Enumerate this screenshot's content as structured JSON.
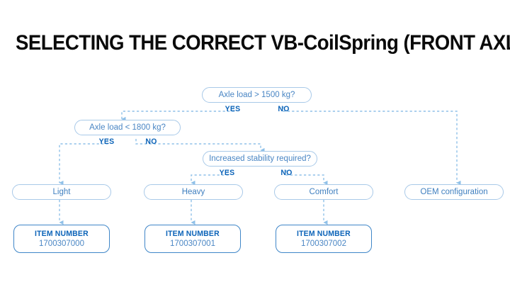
{
  "title": "SELECTING THE CORRECT VB-CoilSpring (FRONT AXLE)",
  "colors": {
    "title": "#0a0a0a",
    "node_border": "#a8c9e8",
    "node_text": "#4a86c4",
    "branch_label": "#0b63b8",
    "item_border": "#3f86c8",
    "connector": "#8fc0e8",
    "background": "#ffffff"
  },
  "decisions": [
    {
      "id": "d1",
      "label": "Axle load > 1500 kg?",
      "yes": "YES",
      "no": "NO"
    },
    {
      "id": "d2",
      "label": "Axle load < 1800 kg?",
      "yes": "YES",
      "no": "NO"
    },
    {
      "id": "d3",
      "label": "Increased stability required?",
      "yes": "YES",
      "no": "NO"
    }
  ],
  "outcomes": [
    {
      "id": "o1",
      "label": "Light"
    },
    {
      "id": "o2",
      "label": "Heavy"
    },
    {
      "id": "o3",
      "label": "Comfort"
    },
    {
      "id": "o4",
      "label": "OEM configuration"
    }
  ],
  "items": [
    {
      "id": "i1",
      "title": "ITEM NUMBER",
      "value": "1700307000"
    },
    {
      "id": "i2",
      "title": "ITEM NUMBER",
      "value": "1700307001"
    },
    {
      "id": "i3",
      "title": "ITEM NUMBER",
      "value": "1700307002"
    }
  ]
}
